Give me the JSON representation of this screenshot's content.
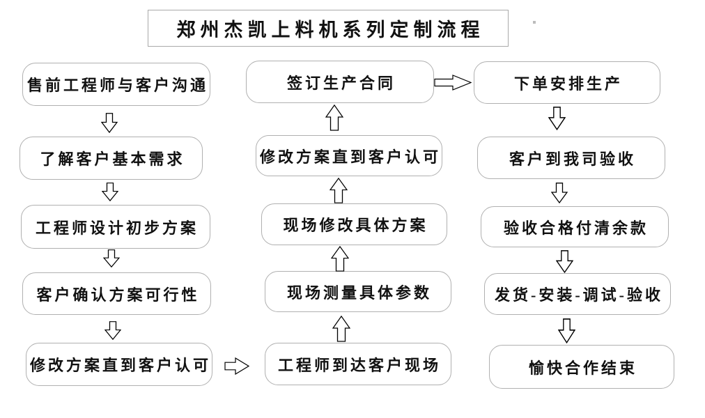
{
  "title": "郑州杰凯上料机系列定制流程",
  "flow": {
    "left_column": [
      "售前工程师与客户沟通",
      "了解客户基本需求",
      "工程师设计初步方案",
      "客户确认方案可行性",
      "修改方案直到客户认可"
    ],
    "middle_column": [
      "签订生产合同",
      "修改方案直到客户认可",
      "现场修改具体方案",
      "现场测量具体参数",
      "工程师到达客户现场"
    ],
    "right_column": [
      "下单安排生产",
      "客户到我司验收",
      "验收合格付清余款",
      "发货-安装-调试-验收",
      "愉快合作结束"
    ]
  },
  "colors": {
    "background": "#ffffff",
    "box_border": "#b0b0b0",
    "text": "#111111",
    "arrow_outline": "#000000",
    "arrow_fill": "#ffffff"
  }
}
